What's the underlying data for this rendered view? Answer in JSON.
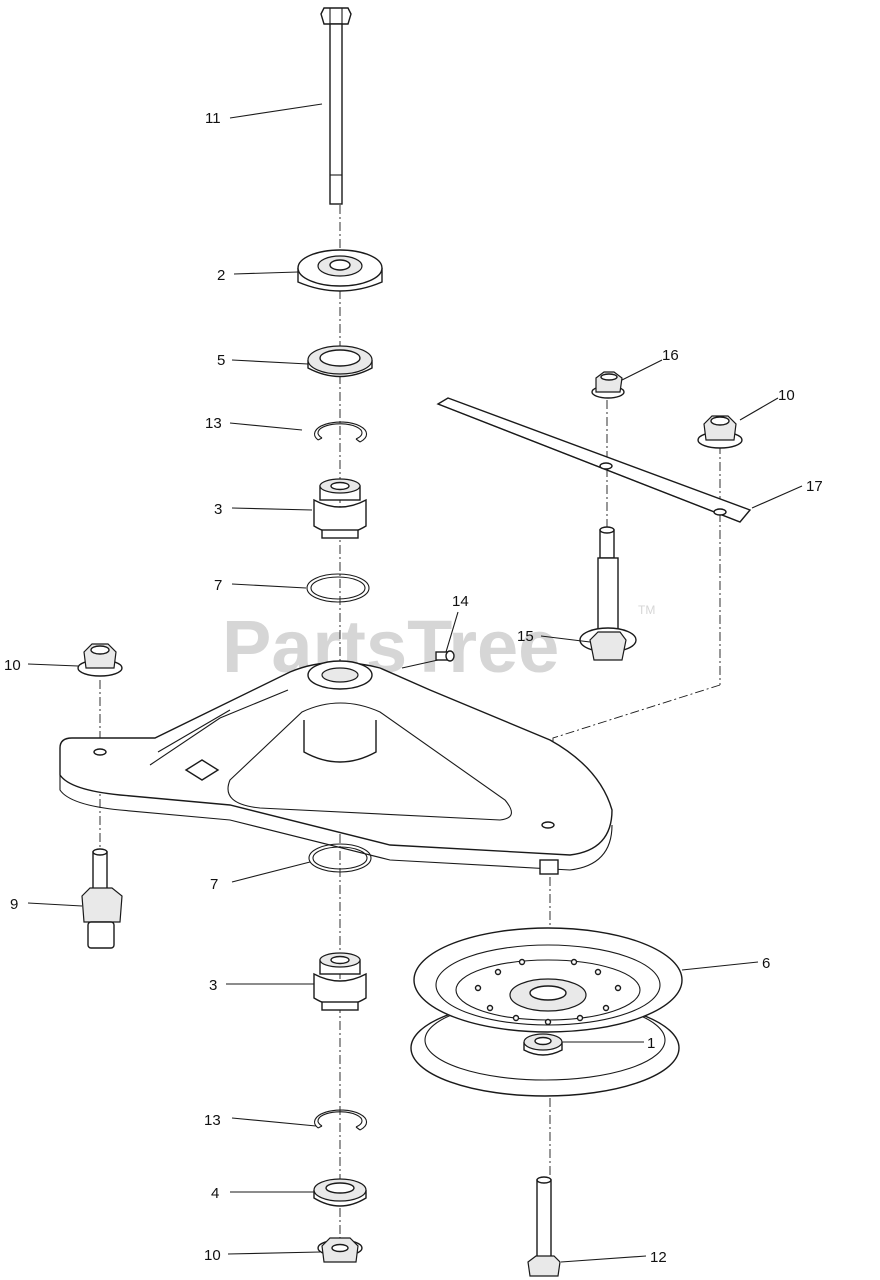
{
  "watermark": {
    "text": "PartsTree",
    "trademark": "TM",
    "color": "#d6d6d6"
  },
  "callouts": [
    {
      "id": "c-11-top",
      "label": "11"
    },
    {
      "id": "c-2",
      "label": "2"
    },
    {
      "id": "c-5",
      "label": "5"
    },
    {
      "id": "c-13-top",
      "label": "13"
    },
    {
      "id": "c-3-top",
      "label": "3"
    },
    {
      "id": "c-7-top",
      "label": "7"
    },
    {
      "id": "c-14",
      "label": "14"
    },
    {
      "id": "c-15",
      "label": "15"
    },
    {
      "id": "c-16",
      "label": "16"
    },
    {
      "id": "c-10-right",
      "label": "10"
    },
    {
      "id": "c-17",
      "label": "17"
    },
    {
      "id": "c-10-left",
      "label": "10"
    },
    {
      "id": "c-9",
      "label": "9"
    },
    {
      "id": "c-7-bottom",
      "label": "7"
    },
    {
      "id": "c-3-bottom",
      "label": "3"
    },
    {
      "id": "c-6",
      "label": "6"
    },
    {
      "id": "c-1",
      "label": "1"
    },
    {
      "id": "c-13-bottom",
      "label": "13"
    },
    {
      "id": "c-4",
      "label": "4"
    },
    {
      "id": "c-10-bottom",
      "label": "10"
    },
    {
      "id": "c-12",
      "label": "12"
    }
  ]
}
